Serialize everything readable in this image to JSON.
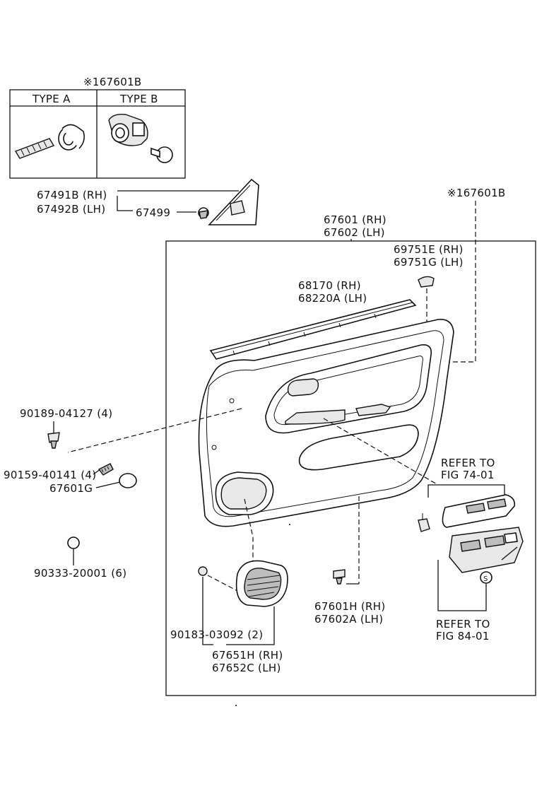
{
  "header": {
    "clip_ref": "※167601B",
    "type_a": "TYPE A",
    "type_b": "TYPE B"
  },
  "callouts": {
    "mirror_cover_rh": "67491B (RH)",
    "mirror_cover_lh": "67492B (LH)",
    "mirror_clip": "67499",
    "clip_ref_right": "※167601B",
    "trim_board_rh": "67601 (RH)",
    "trim_board_lh": "67602 (LH)",
    "cap_rh": "69751E (RH)",
    "cap_lh": "69751G (LH)",
    "weatherstrip_rh": "68170   (RH)",
    "weatherstrip_lh": "68220A (LH)",
    "screw_90189": "90189-04127 (4)",
    "screw_90159": "90159-40141 (4)",
    "plug_67601g": "67601G",
    "refer_74_line1": "REFER TO",
    "refer_74_line2": "FIG 74-01",
    "grommet_90333": "90333-20001 (6)",
    "clip_rh": "67601H (RH)",
    "clip_lh": "67602A (LH)",
    "refer_84_line1": "REFER TO",
    "refer_84_line2": "FIG 84-01",
    "clip_90183": "90183-03092 (2)",
    "pocket_rh": "67651H (RH)",
    "pocket_lh": "67652C (LH)"
  }
}
